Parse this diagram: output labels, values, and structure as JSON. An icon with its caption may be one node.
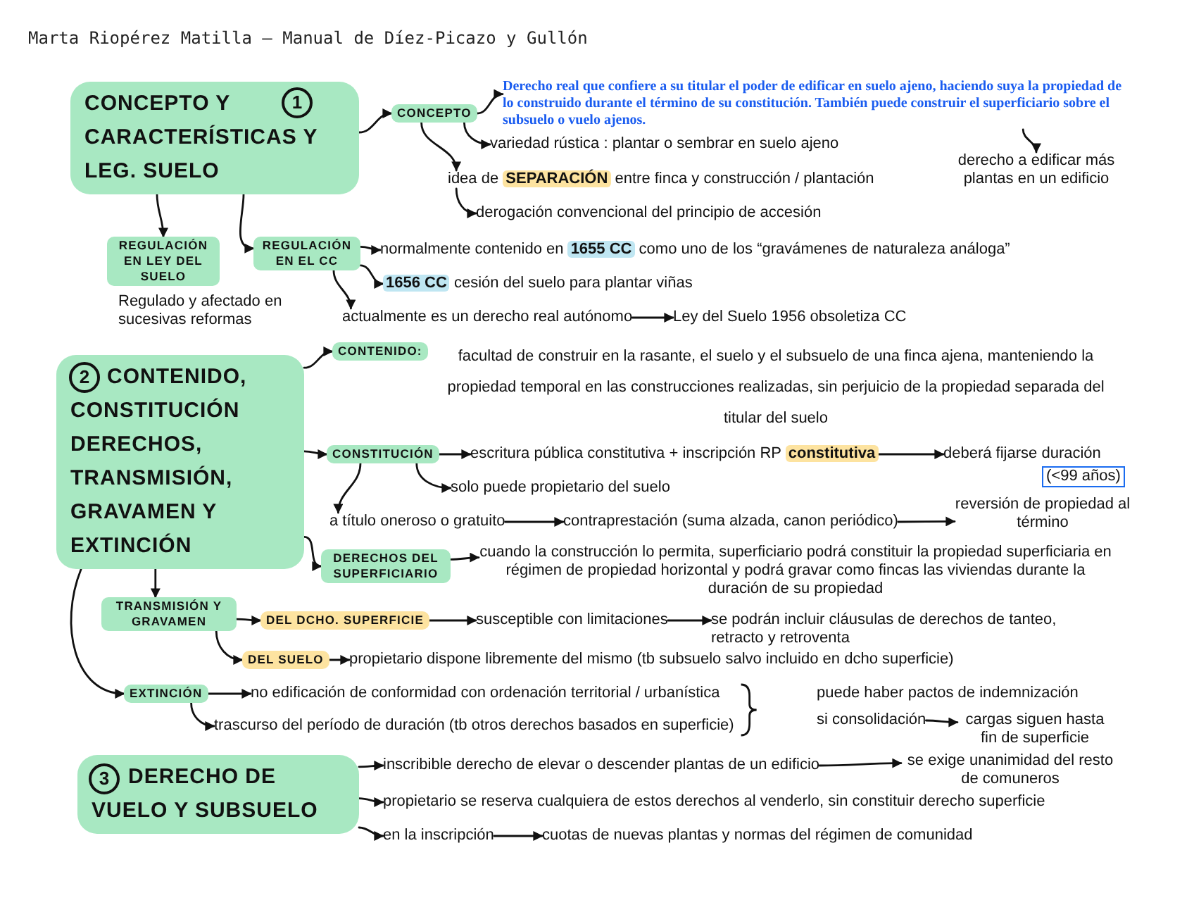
{
  "diagram": {
    "title": "Marta Riopérez Matilla – Manual de Díez-Picazo y Gullón",
    "nodes": [
      {
        "text": [
          "CONCEPTO Y CARACTERÍSTICAS Y LEG. SUELO",
          "1"
        ]
      },
      {
        "text": [
          "CONCEPTO"
        ]
      },
      {
        "text": [
          "Derecho real que confiere a su titular el poder de edificar en suelo ajeno, haciendo suya la propiedad de lo construido durante el término de su constitución. También puede construir el superficiario sobre el subsuelo o vuelo ajenos."
        ]
      },
      {
        "text": [
          "derecho a edificar más plantas en un edificio"
        ]
      },
      {
        "text": [
          "variedad rústica : plantar o sembrar en suelo ajeno"
        ]
      },
      {
        "text": [
          "idea de **SEPARACIÓN** entre finca y construcción / plantación"
        ]
      },
      {
        "text": [
          "derogación convencional del principio de accesión"
        ]
      },
      {
        "text": [
          "REGULACIÓN EN LEY DEL SUELO"
        ],
        "beside": [
          "Regulado y afectado en sucesivas reformas"
        ]
      },
      {
        "text": [
          "REGULACIÓN EN EL CC"
        ]
      },
      {
        "text": [
          "normalmente contenido en **1655 CC** como uno de los “gravámenes de naturaleza análoga”"
        ]
      },
      {
        "text": [
          "**1656 CC** cesión del suelo para plantar viñas"
        ]
      },
      {
        "text": [
          "actualmente es un derecho real autónomo"
        ]
      },
      {
        "text": [
          "Ley del Suelo 1956 obsoletiza CC"
        ]
      },
      {
        "text": [
          "2",
          "CONTENIDO, CONSTITUCIÓN DERECHOS, TRANSMISIÓN, GRAVAMEN Y EXTINCIÓN"
        ]
      },
      {
        "text": [
          "CONTENIDO:",
          "facultad de construir en la rasante, el suelo y el subsuelo de una finca ajena, manteniendo la propiedad temporal en las construcciones realizadas, sin perjuicio de la propiedad separada del titular del suelo"
        ]
      },
      {
        "text": [
          "CONSTITUCIÓN"
        ]
      },
      {
        "text": [
          "escritura pública constitutiva + inscripción RP **constitutiva**"
        ]
      },
      {
        "text": [
          "deberá fijarse duración",
          "(<99 años)"
        ]
      },
      {
        "text": [
          "solo puede propietario del suelo"
        ]
      },
      {
        "text": [
          "a título oneroso o gratuito"
        ]
      },
      {
        "text": [
          "contraprestación (suma alzada, canon periódico)"
        ]
      },
      {
        "text": [
          "reversión de propiedad al término"
        ]
      },
      {
        "text": [
          "DERECHOS DEL SUPERFICIARIO"
        ]
      },
      {
        "text": [
          "cuando la construcción lo permita, superficiario podrá constituir la propiedad superficiaria en régimen de propiedad horizontal y podrá gravar como fincas las viviendas durante la duración de su propiedad"
        ]
      },
      {
        "text": [
          "TRANSMISIÓN Y GRAVAMEN"
        ]
      },
      {
        "text": [
          "DEL DCHO. SUPERFICIE"
        ]
      },
      {
        "text": [
          "susceptible con limitaciones"
        ]
      },
      {
        "text": [
          "se podrán incluir cláusulas de derechos de tanteo, retracto y retroventa"
        ]
      },
      {
        "text": [
          "DEL SUELO"
        ]
      },
      {
        "text": [
          "propietario dispone libremente del mismo (tb subsuelo salvo incluido en dcho superficie)"
        ]
      },
      {
        "text": [
          "EXTINCIÓN"
        ]
      },
      {
        "text": [
          "no edificación de conformidad con ordenación territorial / urbanística"
        ]
      },
      {
        "text": [
          "trascurso del período de duración (tb otros derechos basados en superficie)"
        ]
      },
      {
        "text": [
          "si consolidación"
        ]
      },
      {
        "text": [
          "cargas siguen hasta fin de superficie"
        ]
      },
      {
        "text": [
          "3",
          "DERECHO DE VUELO Y SUBSUELO"
        ]
      },
      {
        "text": [
          "inscribible derecho de elevar o descender plantas de un edificio"
        ]
      },
      {
        "text": [
          "se exige unanimidad del resto de comuneros"
        ]
      },
      {
        "text": [
          "propietario se reserva cualquiera de estos derechos al venderlo, sin constituir derecho superficie"
        ]
      },
      {
        "text": [
          "en la inscripción"
        ]
      },
      {
        "text": [
          "cuotas de nuevas plantas y normas del régimen de comunidad"
        ]
      }
    ],
    "edges": [
      {
        "from": 0,
        "to": 1,
        "arrow": "to"
      },
      {
        "from": 1,
        "to": 2,
        "arrow": "to"
      },
      {
        "from": 2,
        "to": 3,
        "arrow": "to"
      },
      {
        "from": 1,
        "to": 4,
        "arrow": "to"
      },
      {
        "from": 1,
        "to": 5,
        "arrow": "to"
      },
      {
        "from": 5,
        "to": 6,
        "arrow": "to"
      },
      {
        "from": 0,
        "to": 7,
        "arrow": "to"
      },
      {
        "from": 0,
        "to": 8,
        "arrow": "to"
      },
      {
        "from": 8,
        "to": 9,
        "arrow": "to"
      },
      {
        "from": 8,
        "to": 10,
        "arrow": "to"
      },
      {
        "from": 8,
        "to": 11,
        "arrow": "to"
      },
      {
        "from": 11,
        "to": 12,
        "arrow": "to"
      },
      {
        "from": 13,
        "to": 14,
        "arrow": "to"
      },
      {
        "from": 13,
        "to": 15,
        "arrow": "to"
      },
      {
        "from": 15,
        "to": 16,
        "arrow": "to"
      },
      {
        "from": 16,
        "to": 17,
        "arrow": "to"
      },
      {
        "from": 15,
        "to": 18,
        "arrow": "to"
      },
      {
        "from": 15,
        "to": 19,
        "arrow": "to"
      },
      {
        "from": 19,
        "to": 20,
        "arrow": "to"
      },
      {
        "from": 20,
        "to": 21,
        "arrow": "to"
      },
      {
        "from": 13,
        "to": 22,
        "arrow": "to"
      },
      {
        "from": 22,
        "to": 23,
        "arrow": "to"
      },
      {
        "from": 13,
        "to": 24,
        "arrow": "to"
      },
      {
        "from": 24,
        "to": 25,
        "arrow": "to"
      },
      {
        "from": 25,
        "to": 26,
        "arrow": "to"
      },
      {
        "from": 26,
        "to": 27,
        "arrow": "to"
      },
      {
        "from": 24,
        "to": 28,
        "arrow": "to"
      },
      {
        "from": 28,
        "to": 29,
        "arrow": "to"
      },
      {
        "from": 13,
        "to": 30,
        "arrow": "to"
      },
      {
        "from": 30,
        "to": 31,
        "arrow": "to"
      },
      {
        "from": 30,
        "to": 32,
        "arrow": "to"
      },
      {
        "from": 33,
        "to": 34,
        "arrow": "to"
      },
      {
        "from": 35,
        "to": 36,
        "arrow": "to"
      },
      {
        "from": 36,
        "to": 37,
        "arrow": "to"
      },
      {
        "from": 35,
        "to": 38,
        "arrow": "to"
      },
      {
        "from": 35,
        "to": 39,
        "arrow": "to"
      },
      {
        "from": 39,
        "to": 40,
        "arrow": "to"
      }
    ],
    "labels": [
      "puede haber pactos de indemnización"
    ]
  }
}
